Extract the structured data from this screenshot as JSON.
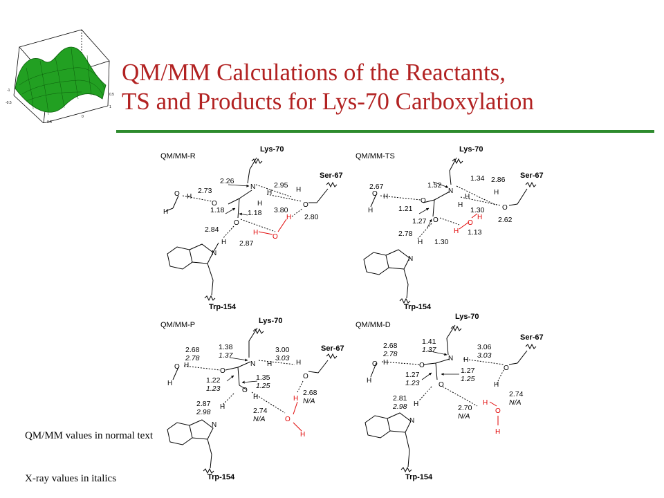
{
  "title": {
    "line1": "QM/MM Calculations of the Reactants,",
    "line2": "TS and Products for Lys-70 Carboxylation"
  },
  "legend": {
    "normal": "QM/MM values in normal text",
    "italic": "X-ray values in italics"
  },
  "logo_icon": "3d-surface-plot-icon",
  "colors": {
    "title": "#b22222",
    "rule": "#2e8b2e",
    "water": "#e00000",
    "surface": "#22a022"
  },
  "panels": [
    {
      "id": "r",
      "label": "QM/MM-R",
      "residues": [
        "Lys-70",
        "Ser-67",
        "Trp-154"
      ],
      "atoms": {
        "N": "N",
        "O": "O",
        "H": "H"
      },
      "distances": [
        "2.26",
        "2.73",
        "2.95",
        "1.18",
        "1.18",
        "3.80",
        "2.80",
        "2.84",
        "2.87"
      ],
      "xray": []
    },
    {
      "id": "ts",
      "label": "QM/MM-TS",
      "residues": [
        "Lys-70",
        "Ser-67",
        "Trp-154"
      ],
      "atoms": {
        "N": "N",
        "O": "O",
        "H": "H"
      },
      "distances": [
        "1.52",
        "1.34",
        "2.86",
        "2.67",
        "1.21",
        "1.27",
        "1.30",
        "2.62",
        "1.13",
        "2.78",
        "1.30"
      ],
      "xray": []
    },
    {
      "id": "p",
      "label": "QM/MM-P",
      "residues": [
        "Lys-70",
        "Ser-67",
        "Trp-154"
      ],
      "atoms": {
        "N": "N",
        "O": "O",
        "H": "H"
      },
      "distances": [
        "2.68",
        "1.38",
        "3.00",
        "1.22",
        "1.35",
        "2.68",
        "2.87",
        "2.74"
      ],
      "xray": [
        "2.78",
        "1.37",
        "3.03",
        "1.23",
        "1.25",
        "N/A",
        "2.98",
        "N/A"
      ]
    },
    {
      "id": "d",
      "label": "QM/MM-D",
      "residues": [
        "Lys-70",
        "Ser-67",
        "Trp-154"
      ],
      "atoms": {
        "N": "N",
        "O": "O",
        "H": "H"
      },
      "distances": [
        "2.68",
        "1.41",
        "3.06",
        "1.27",
        "1.27",
        "2.74",
        "2.81",
        "2.70"
      ],
      "xray": [
        "2.78",
        "1.37",
        "3.03",
        "1.23",
        "1.25",
        "N/A",
        "2.98",
        "N/A"
      ]
    }
  ]
}
